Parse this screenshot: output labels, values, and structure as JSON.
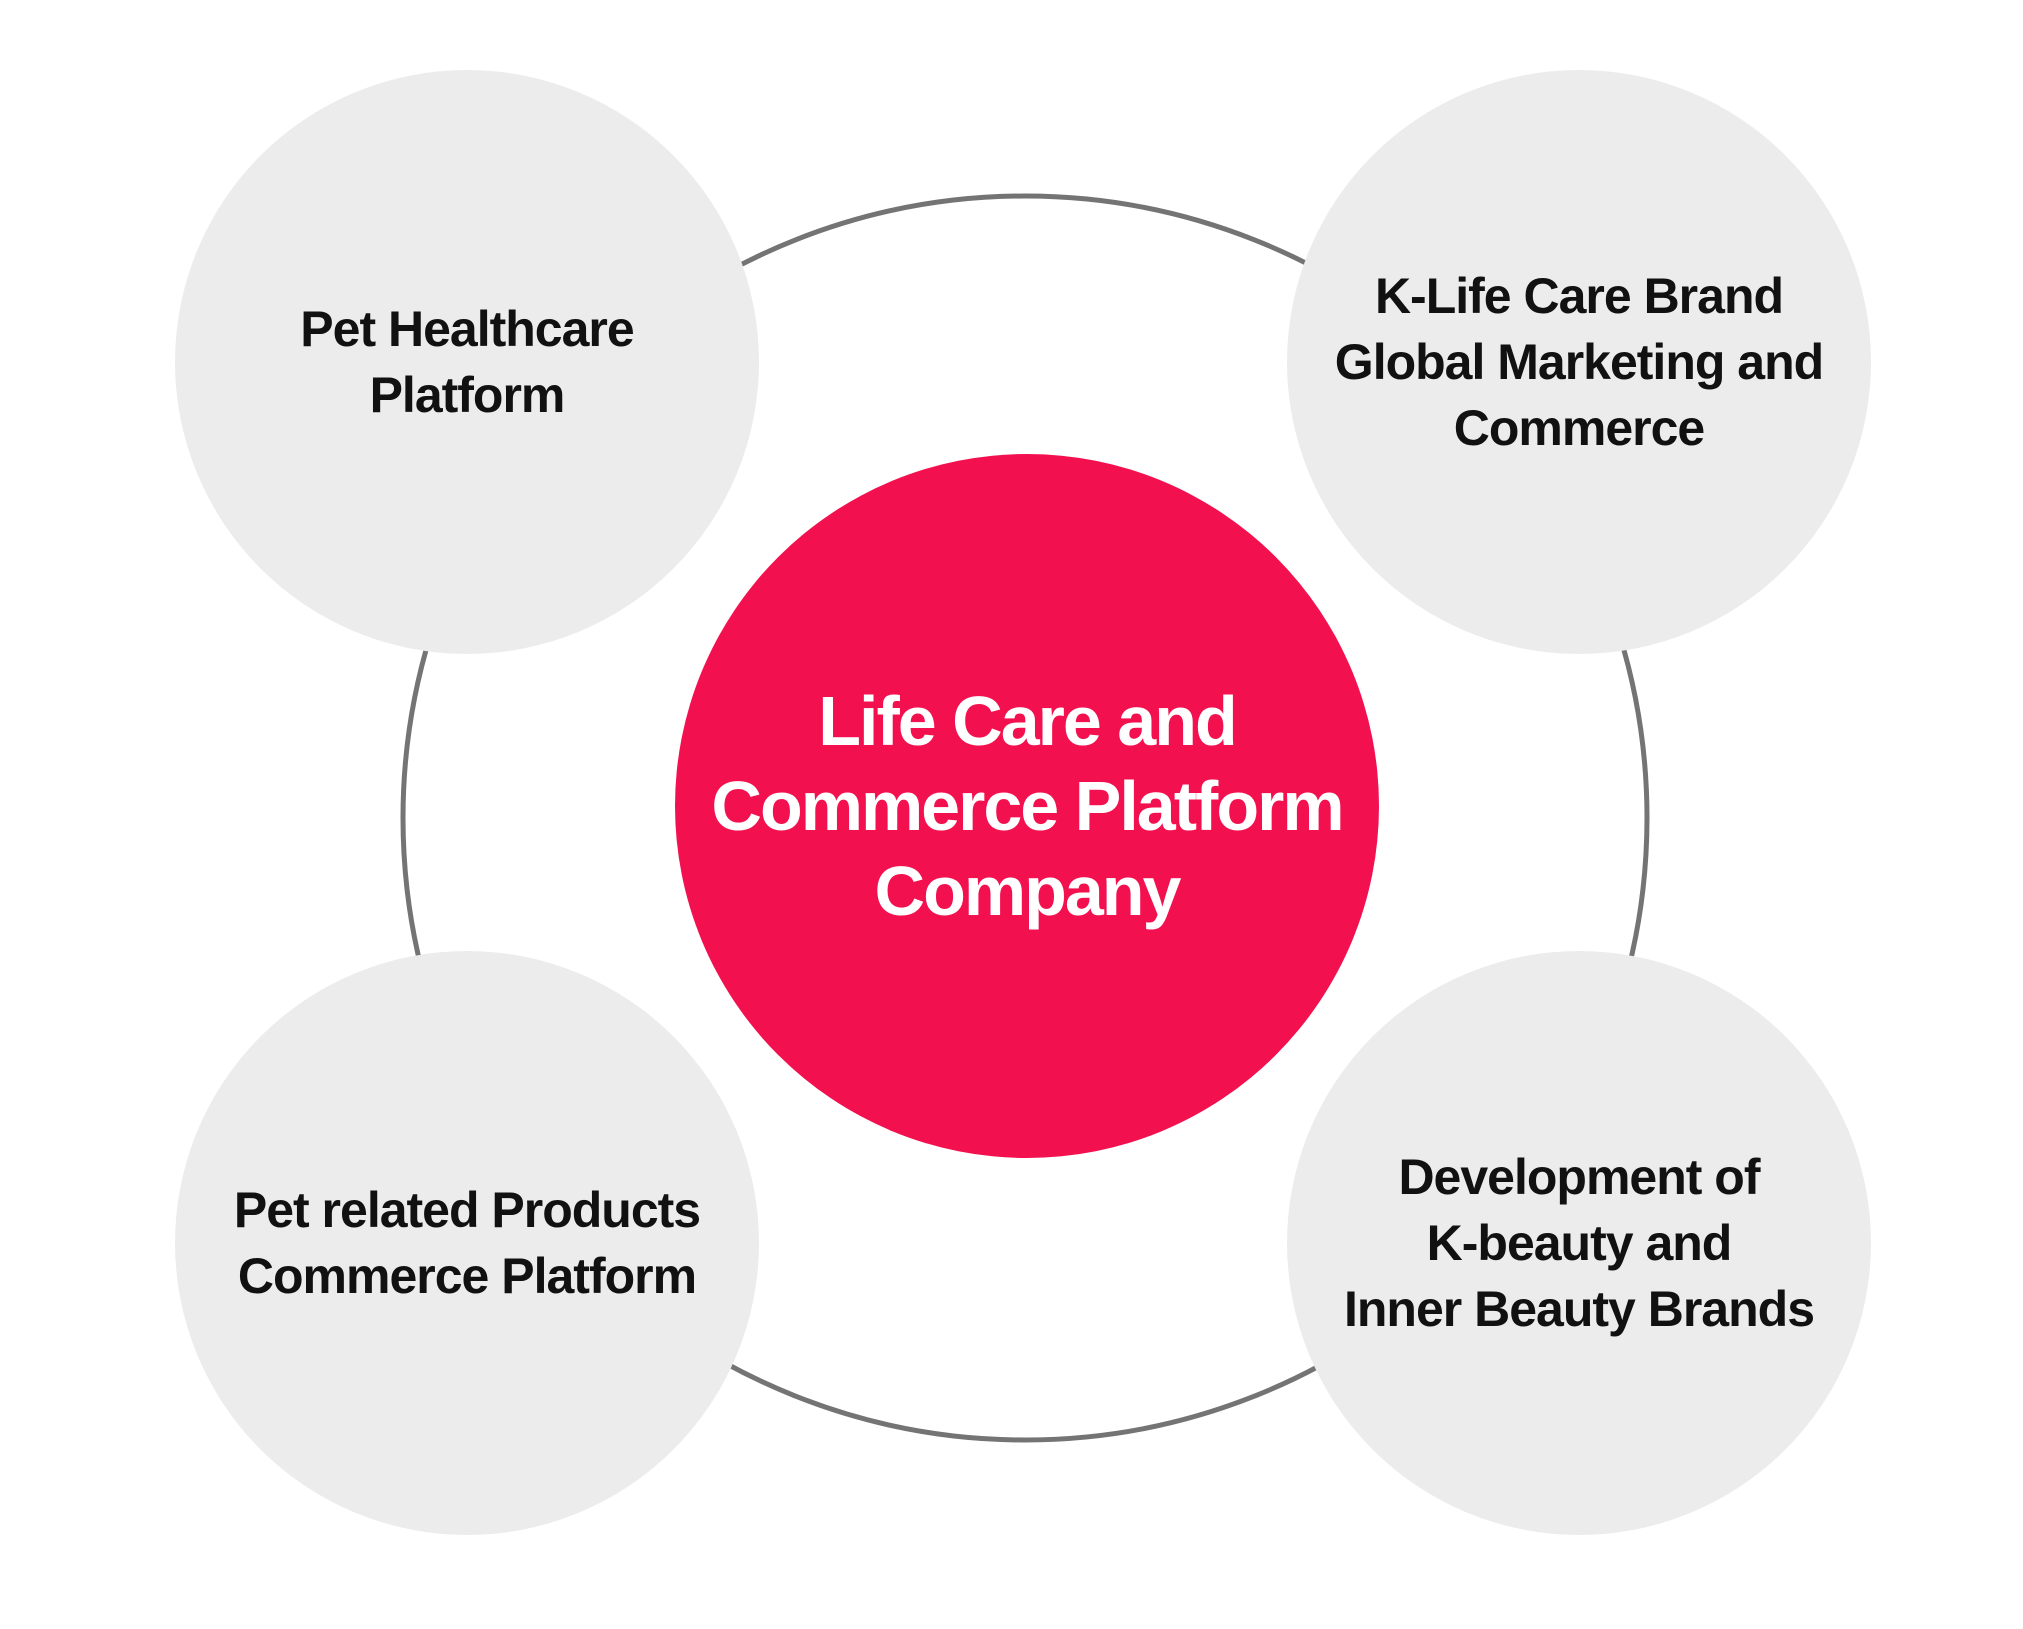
{
  "colors": {
    "center_fill": "#f3104f",
    "satellite_fill": "#ececec",
    "ring_stroke": "#747474",
    "center_text": "#ffffff",
    "satellite_text": "#111111"
  },
  "center": {
    "label": "Life Care and\nCommerce Platform\nCompany"
  },
  "nodes": {
    "top_left": {
      "label": "Pet Healthcare\nPlatform"
    },
    "top_right": {
      "label": "K-Life Care Brand\nGlobal Marketing and\nCommerce"
    },
    "bottom_left": {
      "label": "Pet related Products\nCommerce Platform"
    },
    "bottom_right": {
      "label": "Development of\nK-beauty and\nInner Beauty Brands"
    }
  }
}
